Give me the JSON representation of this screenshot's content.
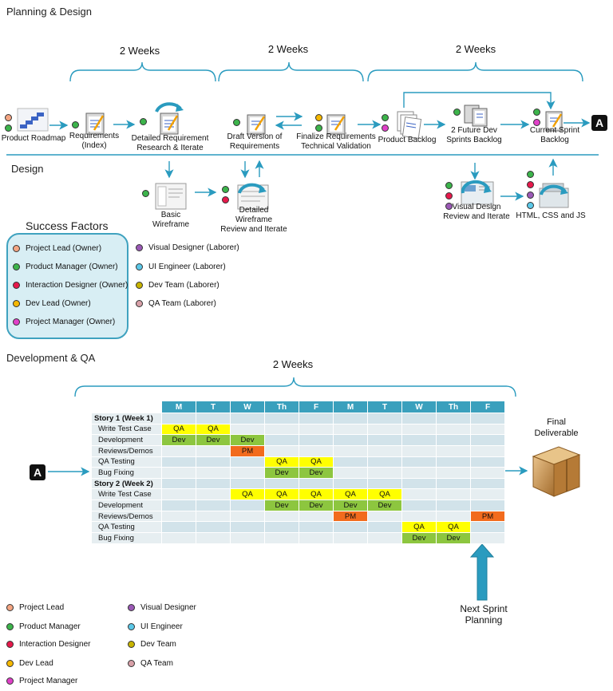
{
  "sections": {
    "planning": "Planning & Design",
    "design": "Design",
    "dev_qa": "Development & QA"
  },
  "weeks_labels": [
    "2 Weeks",
    "2 Weeks",
    "2 Weeks",
    "2 Weeks"
  ],
  "badge": "A",
  "planning_steps": {
    "roadmap": "Product Roadmap",
    "requirements": [
      "Requirements",
      "(Index)"
    ],
    "detailed_req": [
      "Detailed Requirement",
      "Research & Iterate"
    ],
    "draft": [
      "Draft Version of",
      "Requirements"
    ],
    "finalize": [
      "Finalize Requirements",
      "Technical Validation"
    ],
    "backlog": "Product Backlog",
    "future": [
      "2 Future Dev",
      "Sprints Backlog"
    ],
    "current": [
      "Current Sprint",
      "Backlog"
    ]
  },
  "design_steps": {
    "basic": [
      "Basic",
      "Wireframe"
    ],
    "detailed": [
      "Detailed",
      "Wireframe",
      "Review and Iterate"
    ],
    "visual": [
      "Visual Design",
      "Review and Iterate"
    ],
    "html": "HTML, CSS and JS"
  },
  "success_factors": {
    "title": "Success Factors",
    "owners": [
      "Project Lead (Owner)",
      "Product Manager (Owner)",
      "Interaction Designer (Owner)",
      "Dev Lead (Owner)",
      "Project Manager (Owner)"
    ],
    "laborers": [
      "Visual Designer (Laborer)",
      "UI Engineer (Laborer)",
      "Dev Team (Laborer)",
      "QA Team (Laborer)"
    ]
  },
  "role_colors": {
    "project_lead": "#f4a582",
    "product_manager": "#3cb44b",
    "interaction_designer": "#e6194b",
    "dev_lead": "#f5b800",
    "project_manager": "#e040c8",
    "visual_designer": "#9b59b6",
    "ui_engineer": "#5bc8e8",
    "dev_team": "#c8b400",
    "qa_team": "#d8a0a8"
  },
  "schedule": {
    "days": [
      "M",
      "T",
      "W",
      "Th",
      "F",
      "M",
      "T",
      "W",
      "Th",
      "F"
    ],
    "rows": [
      {
        "label": "Story 1 (Week 1)",
        "story": true,
        "cells": [
          "",
          "",
          "",
          "",
          "",
          "",
          "",
          "",
          "",
          ""
        ]
      },
      {
        "label": "Write Test Case",
        "cells": [
          "QA",
          "QA",
          "",
          "",
          "",
          "",
          "",
          "",
          "",
          ""
        ]
      },
      {
        "label": "Development",
        "cells": [
          "Dev",
          "Dev",
          "Dev",
          "",
          "",
          "",
          "",
          "",
          "",
          ""
        ]
      },
      {
        "label": "Reviews/Demos",
        "cells": [
          "",
          "",
          "PM",
          "",
          "",
          "",
          "",
          "",
          "",
          ""
        ]
      },
      {
        "label": "QA Testing",
        "cells": [
          "",
          "",
          "",
          "QA",
          "QA",
          "",
          "",
          "",
          "",
          ""
        ]
      },
      {
        "label": "Bug Fixing",
        "cells": [
          "",
          "",
          "",
          "Dev",
          "Dev",
          "",
          "",
          "",
          "",
          ""
        ]
      },
      {
        "label": "Story 2 (Week 2)",
        "story": true,
        "cells": [
          "",
          "",
          "",
          "",
          "",
          "",
          "",
          "",
          "",
          ""
        ]
      },
      {
        "label": "Write Test Case",
        "cells": [
          "",
          "",
          "QA",
          "QA",
          "QA",
          "QA",
          "QA",
          "",
          "",
          ""
        ]
      },
      {
        "label": "Development",
        "cells": [
          "",
          "",
          "",
          "Dev",
          "Dev",
          "Dev",
          "Dev",
          "",
          "",
          ""
        ]
      },
      {
        "label": "Reviews/Demos",
        "cells": [
          "",
          "",
          "",
          "",
          "",
          "PM",
          "",
          "",
          "",
          "PM"
        ]
      },
      {
        "label": "QA Testing",
        "cells": [
          "",
          "",
          "",
          "",
          "",
          "",
          "",
          "QA",
          "QA",
          ""
        ]
      },
      {
        "label": "Bug Fixing",
        "cells": [
          "",
          "",
          "",
          "",
          "",
          "",
          "",
          "Dev",
          "Dev",
          ""
        ]
      }
    ]
  },
  "final_deliverable": [
    "Final",
    "Deliverable"
  ],
  "next_sprint": [
    "Next Sprint",
    "Planning"
  ],
  "legend": {
    "left": [
      "Project Lead",
      "Product Manager",
      "Interaction Designer",
      "Dev Lead",
      "Project Manager"
    ],
    "right": [
      "Visual Designer",
      "UI Engineer",
      "Dev Team",
      "QA Team"
    ]
  }
}
